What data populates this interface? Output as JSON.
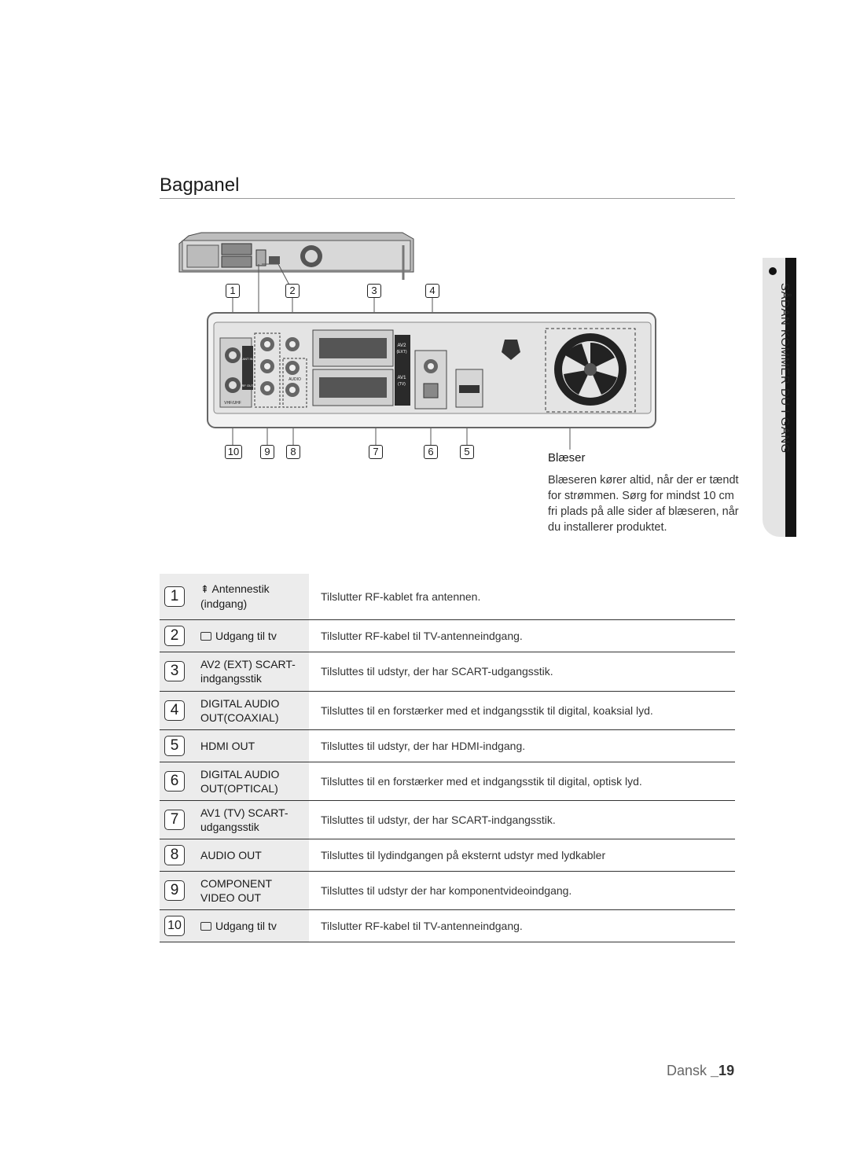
{
  "page_title": "Bagpanel",
  "side_tab": "SÅDAN KOMMER DU I GANG",
  "diagram": {
    "top_labels": [
      "1",
      "2",
      "3",
      "4"
    ],
    "bottom_labels": [
      "10",
      "9",
      "8",
      "7",
      "6",
      "5"
    ],
    "panel_text": {
      "av2": "AV2",
      "ext": "(EXT)",
      "av1": "AV1",
      "tv": "(TV)",
      "audio": "AUDIO",
      "vhf_uhf": "VHF/UHF",
      "ant_in": "ANT IN",
      "rf_out": "RF OUT"
    }
  },
  "fan": {
    "label": "Blæser",
    "description": "Blæseren kører altid, når der er tændt for strømmen. Sørg for mindst 10 cm fri plads på alle sider af blæseren, når du installerer produktet."
  },
  "ports": [
    {
      "num": "1",
      "label": "Antennestik (indgang)",
      "icon": "antenna-icon",
      "desc": "Tilslutter RF-kablet fra antennen."
    },
    {
      "num": "2",
      "label": "Udgang til tv",
      "icon": "tv-icon",
      "desc": "Tilslutter RF-kabel til TV-antenneindgang."
    },
    {
      "num": "3",
      "label": "AV2 (EXT) SCART-indgangsstik",
      "icon": "",
      "desc": "Tilsluttes til udstyr, der har SCART-udgangsstik."
    },
    {
      "num": "4",
      "label": "DIGITAL AUDIO OUT(COAXIAL)",
      "icon": "",
      "desc": "Tilsluttes til en forstærker med et indgangsstik til digital, koaksial lyd."
    },
    {
      "num": "5",
      "label": "HDMI OUT",
      "icon": "",
      "desc": "Tilsluttes til udstyr, der har HDMI-indgang."
    },
    {
      "num": "6",
      "label": "DIGITAL AUDIO OUT(OPTICAL)",
      "icon": "",
      "desc": "Tilsluttes til en forstærker med et indgangsstik til digital, optisk lyd."
    },
    {
      "num": "7",
      "label": "AV1 (TV) SCART-udgangsstik",
      "icon": "",
      "desc": "Tilsluttes til udstyr, der har SCART-indgangsstik."
    },
    {
      "num": "8",
      "label": "AUDIO OUT",
      "icon": "",
      "desc": "Tilsluttes til lydindgangen på eksternt udstyr med lydkabler"
    },
    {
      "num": "9",
      "label": "COMPONENT VIDEO OUT",
      "icon": "",
      "desc": "Tilsluttes til udstyr der har komponentvideoindgang."
    },
    {
      "num": "10",
      "label": "Udgang til tv",
      "icon": "tv-icon",
      "desc": "Tilslutter RF-kabel til TV-antenneindgang."
    }
  ],
  "footer": {
    "language": "Dansk",
    "page": "_19"
  }
}
